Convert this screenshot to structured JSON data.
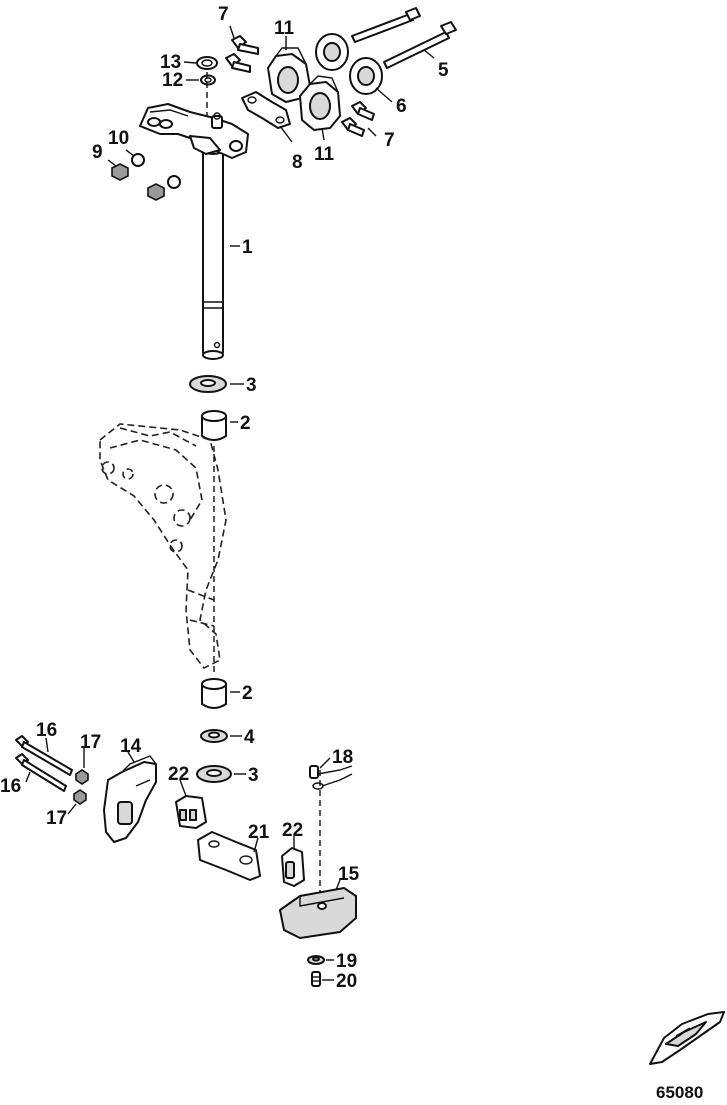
{
  "diagram": {
    "reference_number": "65080",
    "callouts": [
      {
        "id": "c7a",
        "label": "7"
      },
      {
        "id": "c11a",
        "label": "11"
      },
      {
        "id": "c13",
        "label": "13"
      },
      {
        "id": "c12",
        "label": "12"
      },
      {
        "id": "c5",
        "label": "5"
      },
      {
        "id": "c6",
        "label": "6"
      },
      {
        "id": "c7b",
        "label": "7"
      },
      {
        "id": "c8",
        "label": "8"
      },
      {
        "id": "c11b",
        "label": "11"
      },
      {
        "id": "c10",
        "label": "10"
      },
      {
        "id": "c9",
        "label": "9"
      },
      {
        "id": "c1",
        "label": "1"
      },
      {
        "id": "c3a",
        "label": "3"
      },
      {
        "id": "c2a",
        "label": "2"
      },
      {
        "id": "c2b",
        "label": "2"
      },
      {
        "id": "c4",
        "label": "4"
      },
      {
        "id": "c3b",
        "label": "3"
      },
      {
        "id": "c16a",
        "label": "16"
      },
      {
        "id": "c17a",
        "label": "17"
      },
      {
        "id": "c14",
        "label": "14"
      },
      {
        "id": "c16b",
        "label": "16"
      },
      {
        "id": "c17b",
        "label": "17"
      },
      {
        "id": "c22a",
        "label": "22"
      },
      {
        "id": "c18",
        "label": "18"
      },
      {
        "id": "c21",
        "label": "21"
      },
      {
        "id": "c22b",
        "label": "22"
      },
      {
        "id": "c15",
        "label": "15"
      },
      {
        "id": "c19",
        "label": "19"
      },
      {
        "id": "c20",
        "label": "20"
      }
    ]
  }
}
